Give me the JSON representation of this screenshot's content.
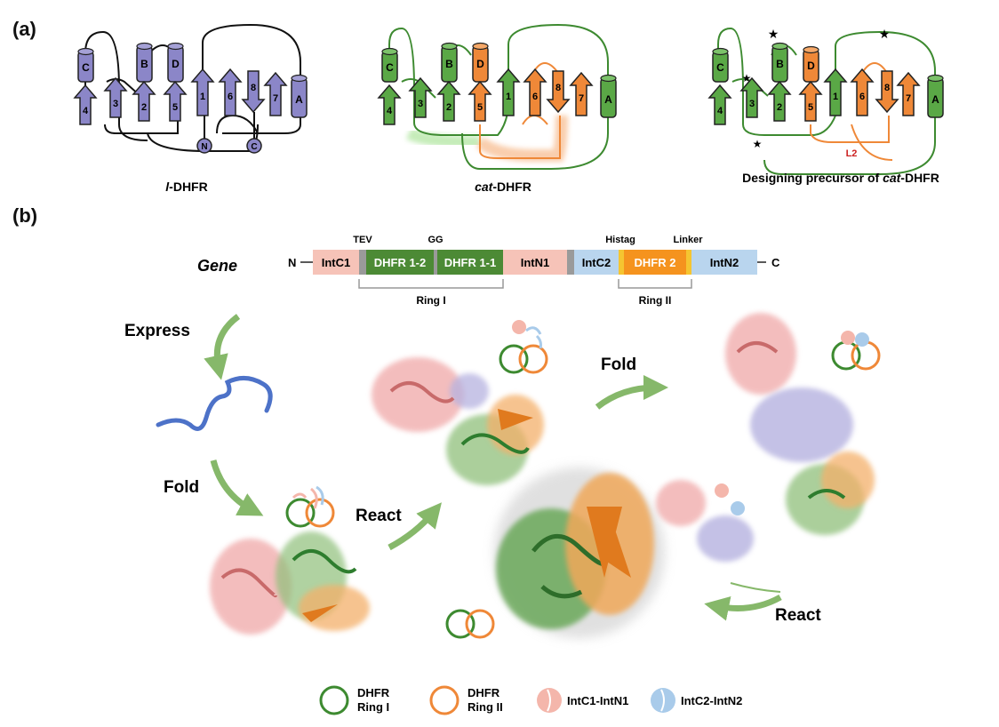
{
  "panel_a": {
    "label": "(a)",
    "topologies": [
      {
        "caption_italic": "l",
        "caption_rest": "-DHFR"
      },
      {
        "caption_italic": "cat",
        "caption_rest": "-DHFR"
      },
      {
        "caption_prefix": "Designing precursor of ",
        "caption_italic": "cat",
        "caption_rest": "-DHFR"
      }
    ],
    "helix_labels": [
      "C",
      "B",
      "D",
      "A"
    ],
    "strand_labels": [
      "4",
      "3",
      "2",
      "5",
      "1",
      "6",
      "8",
      "7"
    ],
    "termini": [
      "N",
      "C"
    ],
    "loop_label": "L2",
    "colors": {
      "purple": "#8b86c8",
      "green": "#5aa846",
      "orange": "#ef8838",
      "loop_red": "#cc2222"
    }
  },
  "panel_b": {
    "label": "(b)",
    "gene_label": "Gene",
    "n_terminus": "N",
    "c_terminus": "C",
    "segments": [
      {
        "name": "IntC1",
        "color": "#f6c3b8"
      },
      {
        "name": "DHFR 1-2",
        "color": "#4c8a35"
      },
      {
        "name": "DHFR 1-1",
        "color": "#4c8a35"
      },
      {
        "name": "IntN1",
        "color": "#f6c3b8"
      },
      {
        "name": "IntC2",
        "color": "#b9d5ee"
      },
      {
        "name": "DHFR 2",
        "color": "#f5931e"
      },
      {
        "name": "IntN2",
        "color": "#b9d5ee"
      }
    ],
    "tags": [
      "TEV",
      "GG",
      "Histag",
      "Linker"
    ],
    "brackets": [
      "Ring I",
      "Ring II"
    ],
    "steps": [
      "Express",
      "Fold",
      "React",
      "Fold",
      "React"
    ],
    "legend": [
      {
        "line1": "DHFR",
        "line2": "Ring I",
        "color": "#3d8a30"
      },
      {
        "line1": "DHFR",
        "line2": "Ring II",
        "color": "#ef8838"
      },
      {
        "line1": "IntC1-IntN1",
        "line2": "",
        "color": "#f4b6ab"
      },
      {
        "line1": "IntC2-IntN2",
        "line2": "",
        "color": "#a9cbea"
      }
    ]
  }
}
